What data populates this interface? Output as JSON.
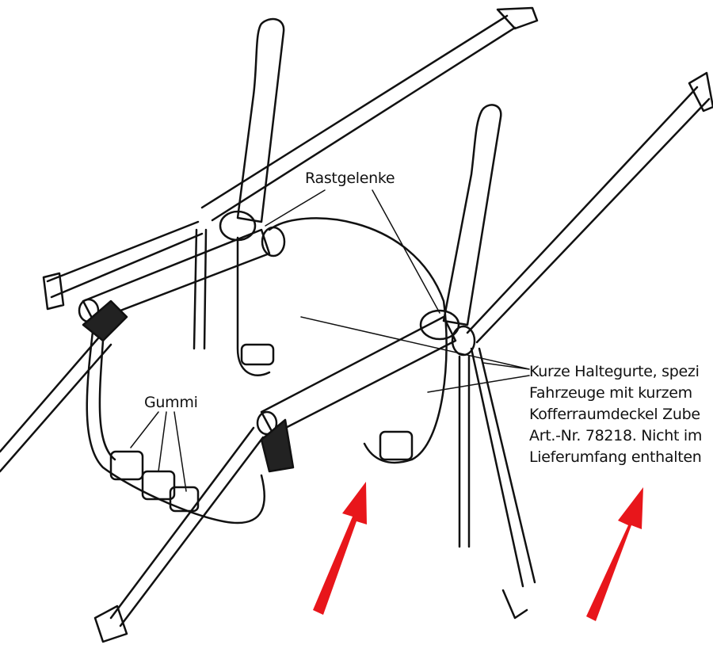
{
  "labels": {
    "rastgelenke": "Rastgelenke",
    "gummi": "Gummi"
  },
  "note": {
    "lines": [
      "Kurze Haltegurte, spezi",
      "Fahrzeuge mit kurzem",
      "Kofferraumdeckel Zube",
      "Art.-Nr. 78218. Nicht im",
      "Lieferumfang enthalten"
    ]
  },
  "colors": {
    "arrow": "#e8161b",
    "ink": "#111111"
  }
}
